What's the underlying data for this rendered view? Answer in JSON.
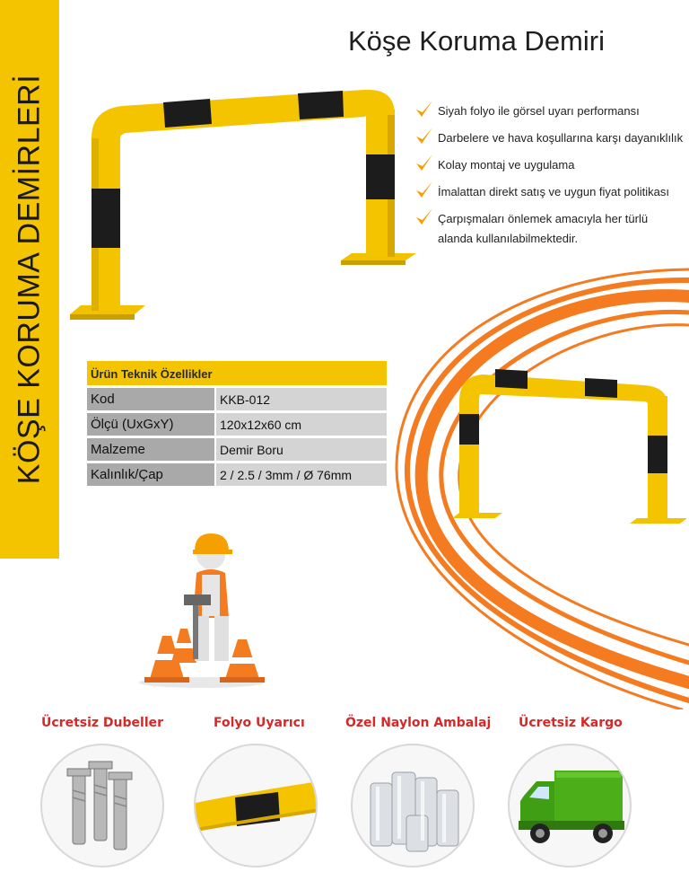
{
  "side_banner": {
    "text": "KÖŞE KORUMA DEMİRLERİ",
    "color": "#f5c400"
  },
  "title": "Köşe Koruma Demiri",
  "features": [
    {
      "line1": "Siyah folyo ile görsel uyarı performansı"
    },
    {
      "line1": "Darbelere ve hava koşullarına karşı dayanıklılık"
    },
    {
      "line1": "Kolay montaj ve uygulama"
    },
    {
      "line1": "İmalattan direkt satış ve uygun fiyat politikası"
    },
    {
      "line1": "Çarpışmaları önlemek amacıyla her türlü",
      "line2": "alanda kullanılabilmektedir."
    }
  ],
  "spec": {
    "heading": "Ürün Teknik Özellikler",
    "rows": [
      {
        "key": "Kod",
        "value": "KKB-012"
      },
      {
        "key": "Ölçü (UxGxY)",
        "value": "120x12x60 cm"
      },
      {
        "key": "Malzeme",
        "value": "Demir Boru"
      },
      {
        "key": "Kalınlık/Çap",
        "value": "2 / 2.5 / 3mm / Ø 76mm"
      }
    ]
  },
  "badges": [
    {
      "label": "Ücretsiz Dubeller",
      "icon": "anchor-bolts-icon"
    },
    {
      "label": "Folyo Uyarıcı",
      "icon": "pipe-foil-icon"
    },
    {
      "label": "Özel Naylon Ambalaj",
      "icon": "nylon-rolls-icon"
    },
    {
      "label": "Ücretsiz Kargo",
      "icon": "truck-icon"
    }
  ],
  "colors": {
    "yellow": "#f5c400",
    "orange": "#f47b20",
    "black": "#1c1c1c",
    "badge_red": "#d62828"
  }
}
